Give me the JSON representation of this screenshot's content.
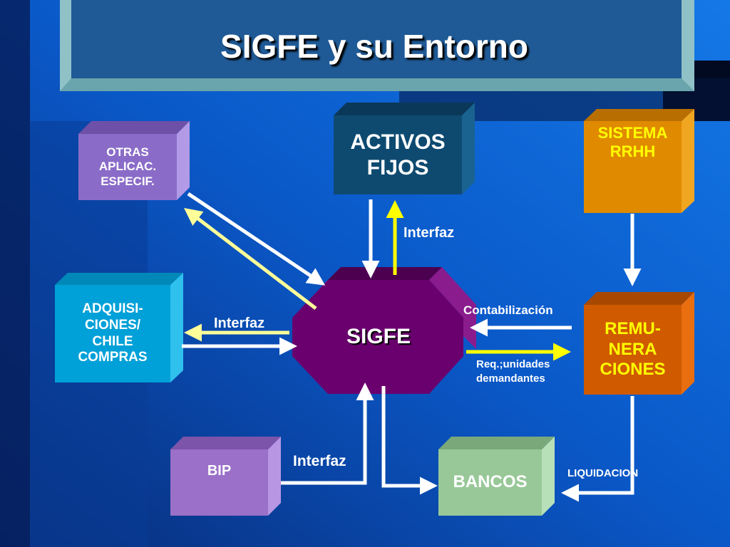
{
  "title": "SIGFE y su Entorno",
  "colors": {
    "bg_dark": "#061a4a",
    "bg_mid": "#0a58c8",
    "bg_light": "#1478e6",
    "title_bar": "#1f5a96",
    "title_frame": "#8fc1c7",
    "arrow_white": "#ffffff",
    "arrow_yellow": "#ffff00",
    "arrow_pale_yellow": "#ffff99"
  },
  "nodes": {
    "sigfe": {
      "label": "SIGFE",
      "front": "#6a006e",
      "side": "#8a1c8e",
      "top": "#4c0050",
      "text": "#ffffff"
    },
    "activos": {
      "label": "ACTIVOS\nFIJOS",
      "front": "#0e4a70",
      "side": "#1a6390",
      "top": "#0a3858",
      "text": "#ffffff"
    },
    "otras": {
      "label": "OTRAS\nAPLICAC.\nESPECIF.",
      "front": "#8a6cc8",
      "side": "#b29ae6",
      "top": "#6e50a8",
      "text": "#ffffff"
    },
    "sistema": {
      "label": "SISTEMA\nRRHH",
      "front": "#e08a00",
      "side": "#f0a620",
      "top": "#b86e00",
      "text": "#ffff00"
    },
    "adquisiciones": {
      "label": "ADQUISI-\nCIONES/\nCHILE\nCOMPRAS",
      "front": "#00a0d8",
      "side": "#30c0ee",
      "top": "#0088b8",
      "text": "#ffffff"
    },
    "remuneraciones": {
      "label": "REMU-\nNERA\nCIONES",
      "front": "#d05a00",
      "side": "#e86e10",
      "top": "#a84800",
      "text": "#ffff00"
    },
    "bip": {
      "label": "BIP",
      "front": "#9a70c8",
      "side": "#b896e4",
      "top": "#7c54aa",
      "text": "#ffffff"
    },
    "bancos": {
      "label": "BANCOS",
      "front": "#98c898",
      "side": "#b8e0b8",
      "top": "#7aa87a",
      "text": "#ffffff"
    }
  },
  "edge_labels": {
    "interfaz_activos": "Interfaz",
    "interfaz_adquisiciones": "Interfaz",
    "interfaz_bip": "Interfaz",
    "contabilizacion": "Contabilización",
    "req_unidades": "Req.;unidades\ndemandantes",
    "liquidacion": "LIQUIDACION"
  }
}
